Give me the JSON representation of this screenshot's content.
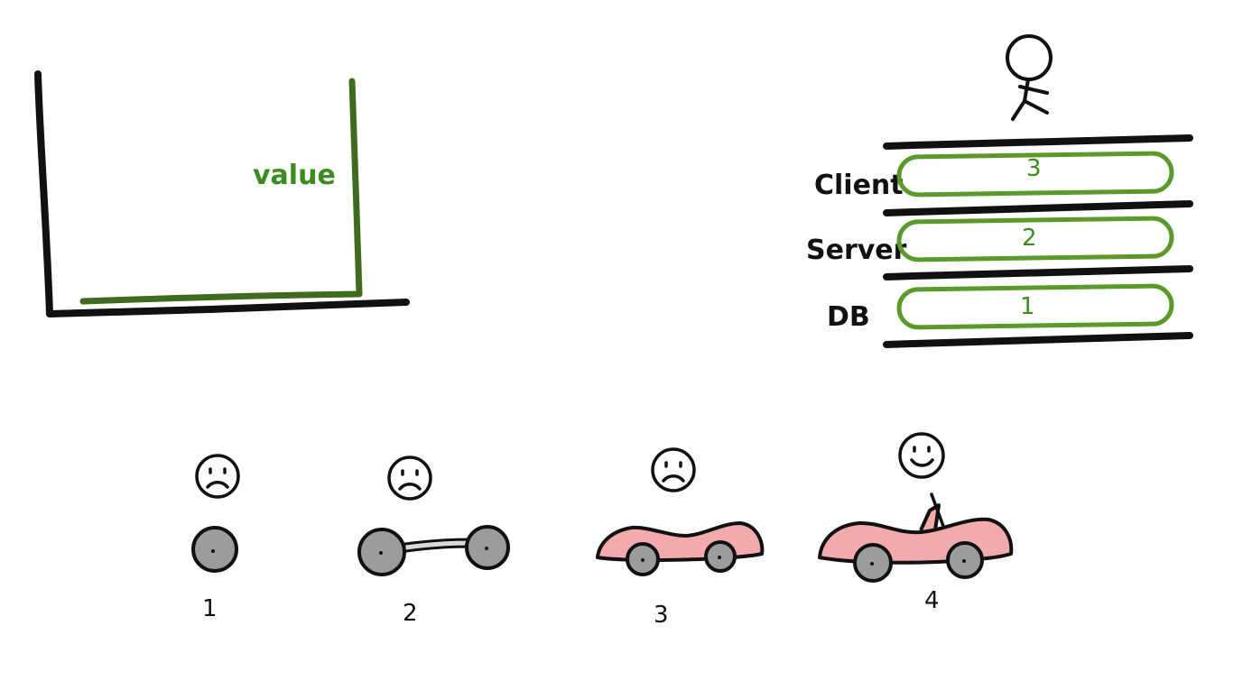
{
  "value_chart": {
    "curve_label": "value",
    "colors": {
      "axis": "#111111",
      "curve": "#3f6b1e"
    }
  },
  "layers": {
    "items": [
      {
        "name": "Client",
        "order": "3"
      },
      {
        "name": "Server",
        "order": "2"
      },
      {
        "name": "DB",
        "order": "1"
      }
    ],
    "colors": {
      "bar": "#111111",
      "ring": "#5a9a2a",
      "number": "#3d8a1e"
    },
    "user_icon": "stick-figure-icon"
  },
  "iterations": [
    {
      "step": "1",
      "mood": "sad",
      "build": "one-wheel",
      "face_icon": "sad-face-icon"
    },
    {
      "step": "2",
      "mood": "sad",
      "build": "two-wheels-axle",
      "face_icon": "sad-face-icon"
    },
    {
      "step": "3",
      "mood": "sad",
      "build": "car-body-on-wheels",
      "face_icon": "sad-face-icon"
    },
    {
      "step": "4",
      "mood": "happy",
      "build": "car-with-windshield-and-steering",
      "face_icon": "smiley-face-icon"
    }
  ],
  "palette": {
    "wheel": "#9a9d9a",
    "car_body": "#f2aaad",
    "ink": "#111111"
  }
}
